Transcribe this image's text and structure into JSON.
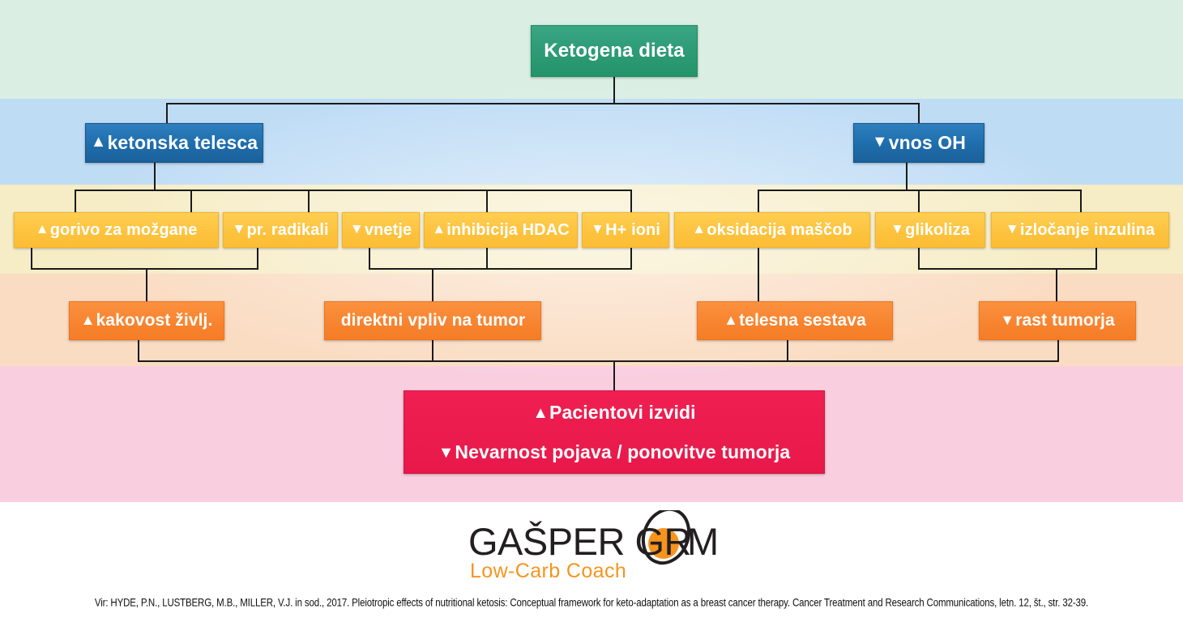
{
  "diagram": {
    "title": "Ketogena dieta",
    "bands": [
      {
        "name": "band-diet",
        "color": "#daeee3"
      },
      {
        "name": "band-metabolic",
        "color": "#bfdcf5"
      },
      {
        "name": "band-effects",
        "color": "#f6ecc5"
      },
      {
        "name": "band-outcomes",
        "color": "#fadcc2"
      },
      {
        "name": "band-patient",
        "color": "#f9cfe0"
      }
    ],
    "root": {
      "label": "Ketogena dieta",
      "arrow": ""
    },
    "level2": [
      {
        "label": "ketonska telesca",
        "arrow": "▲"
      },
      {
        "label": "vnos OH",
        "arrow": "▼"
      }
    ],
    "level3": [
      {
        "label": "gorivo za možgane",
        "arrow": "▲"
      },
      {
        "label": "pr. radikali",
        "arrow": "▼"
      },
      {
        "label": "vnetje",
        "arrow": "▼"
      },
      {
        "label": "inhibicija HDAC",
        "arrow": "▲"
      },
      {
        "label": "H+ ioni",
        "arrow": "▼"
      },
      {
        "label": "oksidacija maščob",
        "arrow": "▲"
      },
      {
        "label": "glikoliza",
        "arrow": "▼"
      },
      {
        "label": "izločanje inzulina",
        "arrow": "▼"
      }
    ],
    "level4": [
      {
        "label": "kakovost življ.",
        "arrow": "▲"
      },
      {
        "label": "direktni vpliv na tumor",
        "arrow": ""
      },
      {
        "label": "telesna sestava",
        "arrow": "▲"
      },
      {
        "label": "rast tumorja",
        "arrow": "▼"
      }
    ],
    "level5": {
      "line1": {
        "label": "Pacientovi izvidi",
        "arrow": "▲"
      },
      "line2": {
        "label": "Nevarnost pojava / ponovitve tumorja",
        "arrow": "▼"
      }
    },
    "colors": {
      "green": "#2f9c78",
      "blue": "#1f6fae",
      "yellow": "#fdc33f",
      "orange": "#f88430",
      "pink": "#ec1c4f",
      "connector": "#1a1a1a"
    }
  },
  "logo": {
    "name_line": "GAŠPER GR●M",
    "name_part1": "GAŠPER GR",
    "name_part2": "M",
    "tagline": "Low-Carb Coach",
    "brand_color": "#f7941e",
    "text_color": "#231f20"
  },
  "citation": {
    "text": "Vir: HYDE, P.N., LUSTBERG, M.B., MILLER, V.J. in sod., 2017. Pleiotropic effects of nutritional ketosis: Conceptual framework for keto-adaptation as a breast cancer therapy. Cancer Treatment and Research Communications, letn. 12, št., str. 32-39."
  }
}
